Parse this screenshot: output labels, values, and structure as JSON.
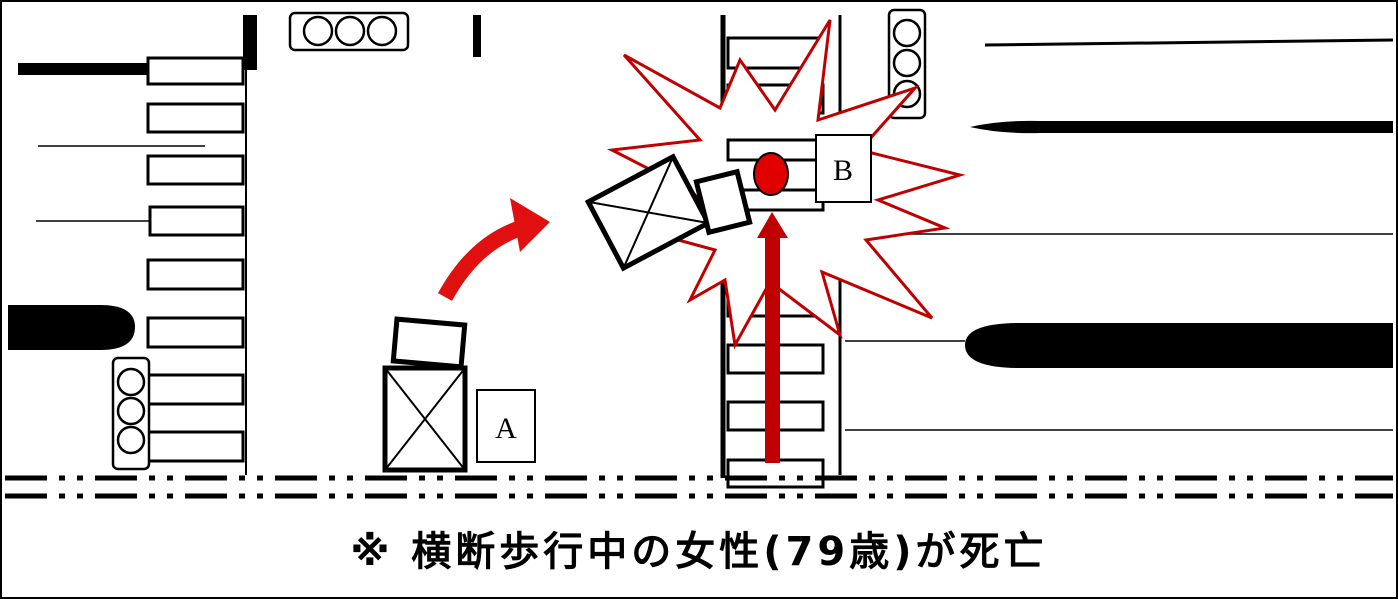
{
  "vehicle_labels": {
    "a": "A",
    "b": "B"
  },
  "caption": "※ 横断歩行中の女性(79歳)が死亡",
  "colors": {
    "impact": "#c00000",
    "arrow": "#e01010",
    "pedestrian": "#e00000",
    "line": "#000000"
  },
  "icons": [
    "traffic-signal-icon",
    "truck-icon",
    "pedestrian-icon",
    "collision-burst-icon",
    "direction-arrow-icon"
  ]
}
